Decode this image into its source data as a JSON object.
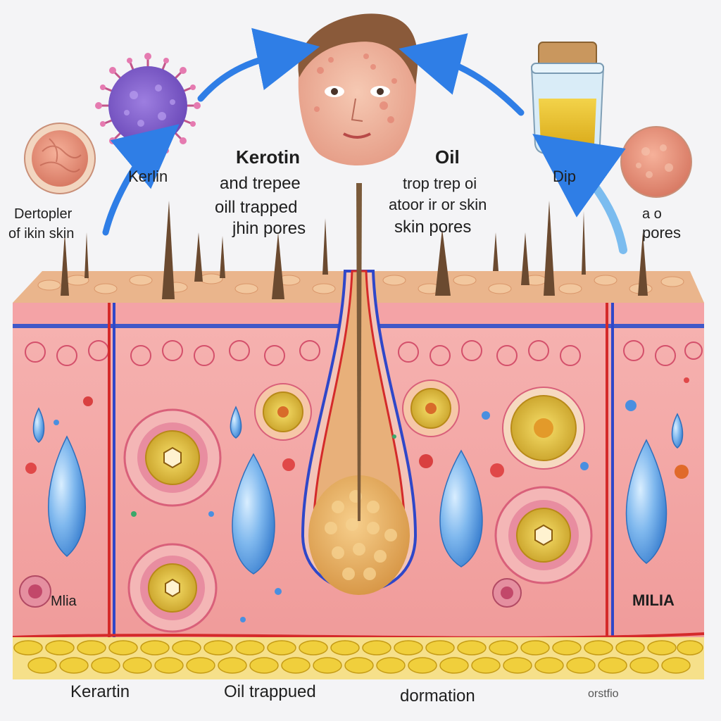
{
  "labels": {
    "kerlin": "Kerlin",
    "dertopler_line1": "Dertopler",
    "dertopler_line2": "of ikin skin",
    "keratin_title": "Kerotin",
    "keratin_line2": "and trepee",
    "keratin_line3": "oill trapped",
    "keratin_line4": "jhin pores",
    "oil_title": "Oil",
    "oil_line2": "trop trep oi",
    "oil_line3": "atoor ir or skin",
    "oil_line4": "skin pores",
    "dip": "Dip",
    "right_pores_line1": "a o",
    "right_pores_line2": "pores",
    "milia_left": "Mlia",
    "milia_right": "MILIA",
    "bottom_keratin": "Kerartin",
    "bottom_oil": "Oil trappued",
    "bottom_formation": "dormation",
    "bottom_right": "orstfio"
  },
  "colors": {
    "background": "#f4f4f6",
    "skin_surface": "#e9b28a",
    "dermis": "#f2a4a2",
    "blood_vessel": "#d42a2a",
    "nerve": "#2f47c9",
    "fat_cell": "#f0cf3c",
    "water_drop": "#5a9fe3",
    "arrow": "#2f7ee6",
    "oil": "#e3b326"
  },
  "icons": [
    "virus-icon",
    "skin-cell-icon",
    "oil-jar-icon",
    "face-icon",
    "arrow-icon",
    "water-drop-icon",
    "hair-icon"
  ]
}
